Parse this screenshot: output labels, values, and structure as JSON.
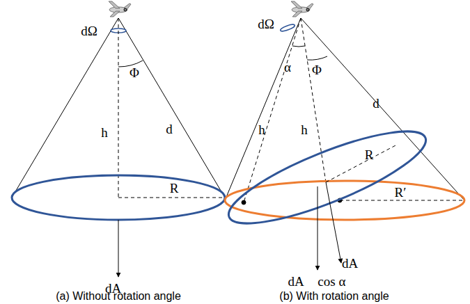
{
  "diagram": {
    "labels": [
      "dΩ",
      "Φ",
      "h",
      "d",
      "R",
      "dA⃗",
      "(a) Without rotation angle",
      "dΩ",
      "α",
      "Φ",
      "h",
      "h",
      "d",
      "R",
      "R′",
      "dA⃗ cos α",
      "dA⃗",
      "(b) With rotation angle"
    ]
  }
}
